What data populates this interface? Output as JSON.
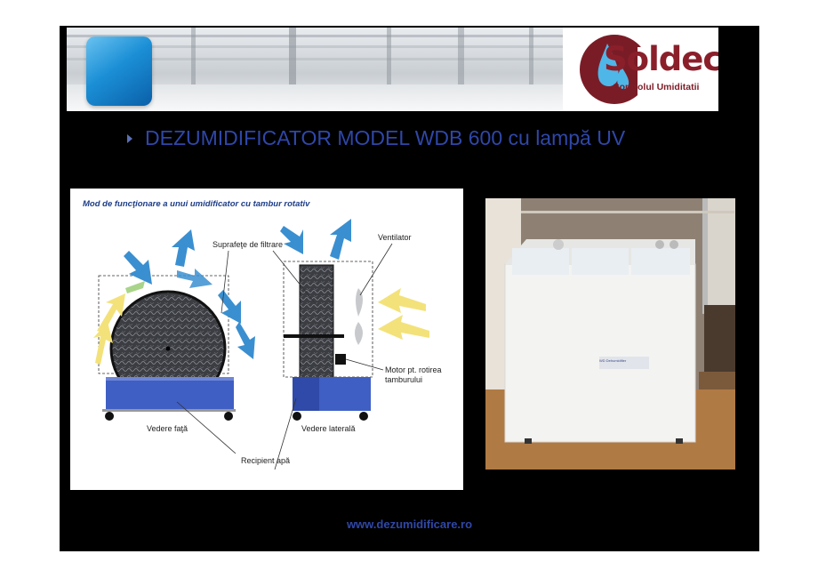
{
  "logo": {
    "name": "Soldec",
    "tagline": "Controlul Umiditatii"
  },
  "slide": {
    "title": "DEZUMIDIFICATOR MODEL WDB 600 cu lampă UV",
    "footer_url": "www.dezumidificare.ro"
  },
  "diagram": {
    "title": "Mod de funcţionare a unui umidificator cu tambur rotativ",
    "labels": {
      "filter": "Suprafeţe de filtrare",
      "fan": "Ventilator",
      "motor_line1": "Motor pt. rotirea",
      "motor_line2": "tamburului",
      "front_view": "Vedere faţă",
      "side_view": "Vedere laterală",
      "water_tank": "Recipient apă"
    }
  },
  "photo": {
    "device_label": "WD Dehumidifier"
  },
  "colors": {
    "title_blue": "#2f47a8",
    "logo_red": "#8a1f2a",
    "diagram_blue": "#3f5fc4",
    "arrow_blue": "#3a8fd0",
    "arrow_yellow": "#f3e27a"
  }
}
